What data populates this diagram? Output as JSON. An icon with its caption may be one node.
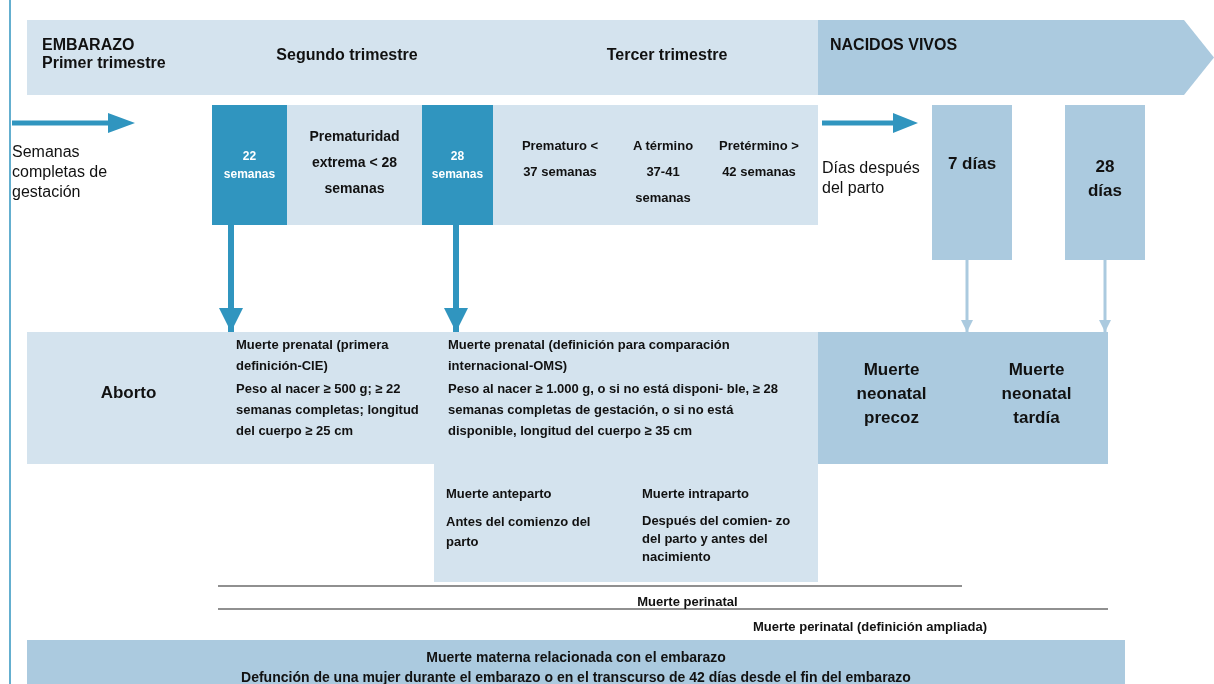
{
  "diagram": {
    "nodes": [
      {
        "text": [
          "EMBARAZO Primer trimestre",
          "Segundo trimestre",
          "Tercer trimestre"
        ]
      },
      {
        "text": [
          "NACIDOS VIVOS"
        ]
      },
      {
        "text": [
          "22 semanas"
        ]
      },
      {
        "text": [
          "Prematuridad extrema < 28 semanas"
        ]
      },
      {
        "text": [
          "28 semanas"
        ]
      },
      {
        "text": [
          "Prematuro < 37 semanas",
          "A término 37-41 semanas",
          "Pretérmino > 42 semanas"
        ]
      },
      {
        "text": [
          "7 días"
        ]
      },
      {
        "text": [
          "28 días"
        ]
      },
      {
        "text": [
          "Aborto"
        ]
      },
      {
        "text": [
          "Muerte prenatal (primera definición-CIE)",
          "Peso al nacer ≥ 500 g; ≥ 22 semanas completas; longitud del cuerpo ≥ 25 cm"
        ]
      },
      {
        "text": [
          "Muerte prenatal (definición para comparación internacional-OMS)",
          "Peso al nacer ≥ 1.000 g, o si no está disponi- ble, ≥ 28 semanas completas de gestación, o si no está disponible, longitud del cuerpo ≥ 35 cm"
        ]
      },
      {
        "text": [
          "Muerte anteparto",
          "Antes del comienzo del parto"
        ],
        "in": 10
      },
      {
        "text": [
          "Muerte intraparto",
          "Después del comien- zo del parto y antes del nacimiento"
        ],
        "in": 10
      },
      {
        "text": [
          "Muerte neonatal precoz"
        ]
      },
      {
        "text": [
          "Muerte neonatal tardía"
        ]
      },
      {
        "text": [
          "Muerte materna relacionada con el embarazo",
          "Defunción de una mujer durante el embarazo o en el transcurso de 42 días desde el fin del embarazo"
        ]
      }
    ],
    "edges": [
      {
        "from": 2,
        "to": 9,
        "arrow": "to",
        "style": "thick",
        "color": "#3095bf"
      },
      {
        "from": 4,
        "to": 10,
        "arrow": "to",
        "style": "thick",
        "color": "#3095bf"
      },
      {
        "from": 6,
        "to": 14,
        "arrow": "to",
        "color": "#abcadf"
      },
      {
        "from": 7,
        "to": 14,
        "arrow": "to",
        "color": "#abcadf"
      }
    ],
    "labels": [
      "Semanas completas de gestación",
      "Días después del parto",
      "Muerte perinatal",
      "Muerte perinatal (definición ampliada)"
    ]
  }
}
